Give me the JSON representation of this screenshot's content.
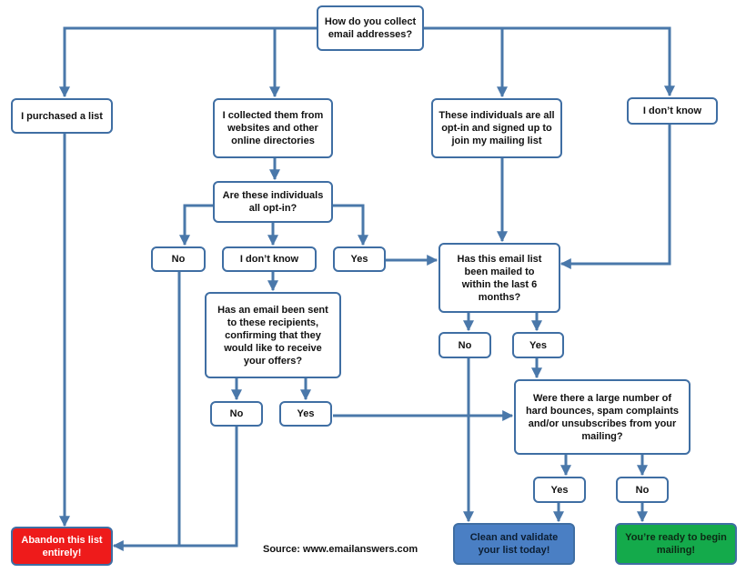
{
  "nodes": {
    "q_collect": "How do you collect\nemail addresses?",
    "purchased": "I purchased a list",
    "collected_web": "I collected them from\nwebsites and other\nonline directories",
    "opted_in": "These individuals are all\nopt-in and signed up to\njoin my mailing list",
    "dont_know_top": "I don’t know",
    "q_optin": "Are these individuals\nall opt-in?",
    "optin_no": "No",
    "optin_dont_know": "I don’t know",
    "optin_yes": "Yes",
    "q_mailed": "Has this email list\nbeen mailed to\nwithin the last 6\nmonths?",
    "q_confirm": "Has an email been sent\nto these recipients,\nconfirming that they\nwould like to receive\nyour offers?",
    "mailed_no": "No",
    "mailed_yes": "Yes",
    "confirm_no": "No",
    "confirm_yes": "Yes",
    "q_bounces": "Were there a large number of\nhard bounces, spam complaints\nand/or unsubscribes from your\nmailing?",
    "bounces_yes": "Yes",
    "bounces_no": "No",
    "abandon": "Abandon this list\nentirely!",
    "clean": "Clean and validate\nyour list today!",
    "ready": "You’re ready to begin\nmailing!"
  },
  "source_text": "Source: www.emailanswers.com",
  "colors": {
    "connector": "#4a78aa",
    "node_border": "#3f6ea3",
    "abandon_fill": "#ee1b1b",
    "clean_fill": "#4a7fc4",
    "ready_fill": "#14aa4b"
  }
}
